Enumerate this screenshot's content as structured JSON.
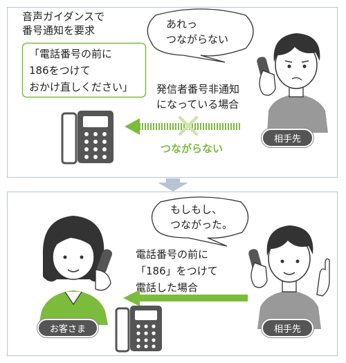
{
  "top": {
    "guidance_title_line1": "音声ガイダンスで",
    "guidance_title_line2": "番号通知を要求",
    "guidance_box_line1": "「電話番号の前に",
    "guidance_box_line2": "186をつけて",
    "guidance_box_line3": "おかけ直しください」",
    "callee_bubble_line1": "あれっ",
    "callee_bubble_line2": "つながらない",
    "condition_line1": "発信者番号非通知",
    "condition_line2": "になっている場合",
    "result": "つながらない",
    "caller_label": "相手先"
  },
  "bottom": {
    "bubble_line1": "もしもし、",
    "bubble_line2": "つながった。",
    "condition_line1": "電話番号の前に",
    "condition_line2": "「186」をつけて",
    "condition_line3": "電話した場合",
    "customer_label": "お客さま",
    "caller_label": "相手先"
  },
  "colors": {
    "accent_green": "#7cbc3c",
    "border": "#b9c3d2",
    "gray": "#555555"
  }
}
